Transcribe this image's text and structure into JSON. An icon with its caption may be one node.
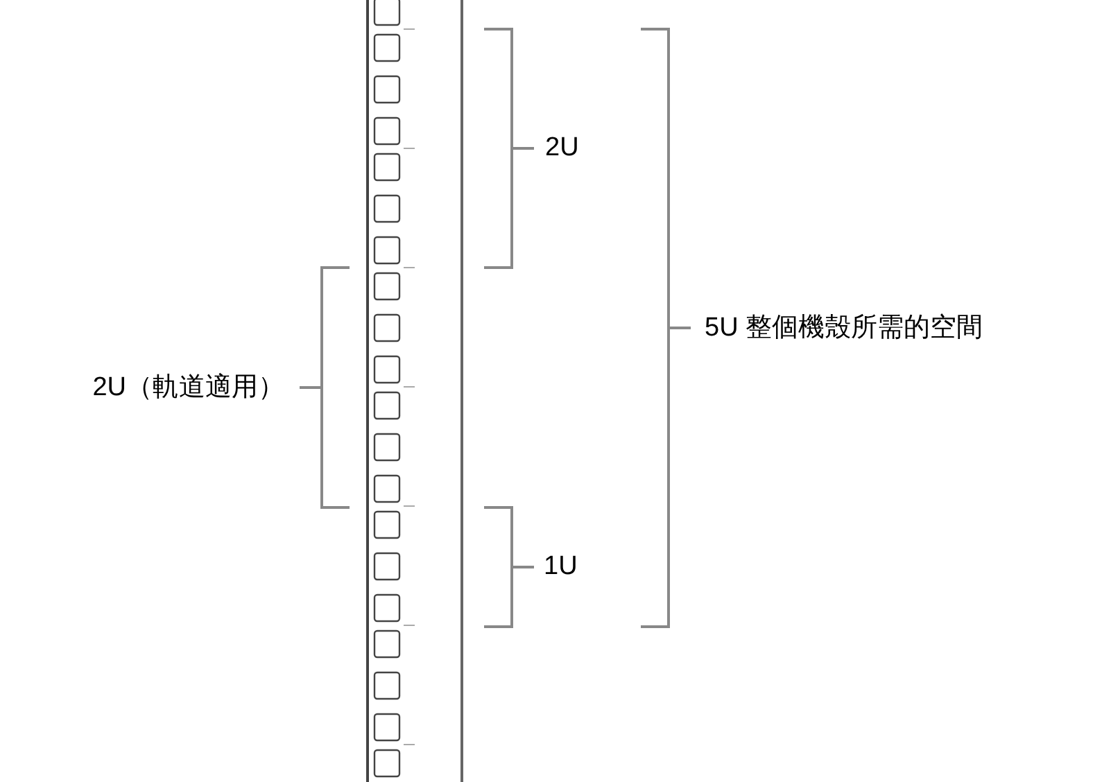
{
  "diagram": {
    "labels": [
      "2U",
      "2U（軌道適用）",
      "5U 整個機殼所需的空間",
      "1U"
    ]
  }
}
